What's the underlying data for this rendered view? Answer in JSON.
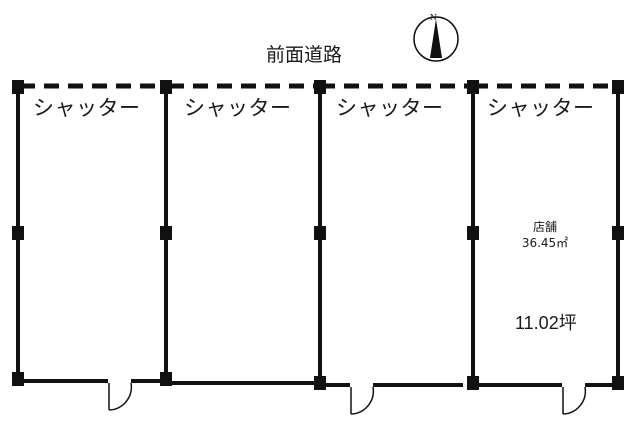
{
  "front_road": "前面道路",
  "compass": {
    "north_label": "N"
  },
  "units": [
    {
      "shutter_label": "シャッター"
    },
    {
      "shutter_label": "シャッター"
    },
    {
      "shutter_label": "シャッター"
    },
    {
      "shutter_label": "シャッター"
    }
  ],
  "store": {
    "name": "店舗",
    "area_sqm": "36.45㎡",
    "area_tsubo": "11.02坪"
  },
  "colors": {
    "line": "#111111",
    "background": "#ffffff"
  }
}
